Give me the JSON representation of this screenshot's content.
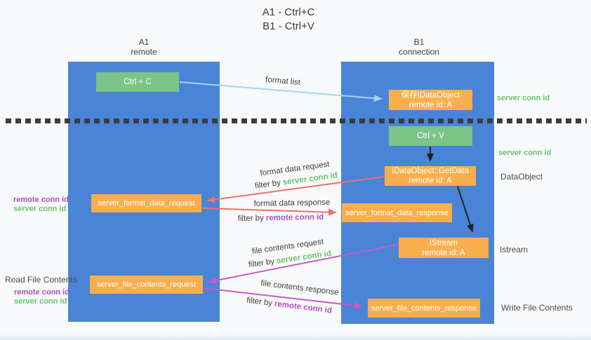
{
  "title": {
    "line1": "A1 - Ctrl+C",
    "line2": "B1 - Ctrl+V"
  },
  "columns": {
    "a1": {
      "name": "A1",
      "subtitle": "remote"
    },
    "b1": {
      "name": "B1",
      "subtitle": "connection"
    }
  },
  "nodes": {
    "ctrl_c": {
      "label": "Ctrl + C"
    },
    "ctrl_v": {
      "label": "Ctrl + V"
    },
    "save_idataobject": {
      "line1": "保存IDataObject",
      "line2": "remote id: A"
    },
    "getdata": {
      "line1": "IDataObject::GetData",
      "line2": "remote id: A"
    },
    "istream": {
      "line1": "IStream",
      "line2": "remote id: A"
    },
    "format_request": {
      "label": "server_format_data_request"
    },
    "format_response": {
      "label": "server_format_data_response"
    },
    "file_request": {
      "label": "server_file_contents_request"
    },
    "file_response": {
      "label": "server_file_contents_response"
    }
  },
  "side_labels": {
    "right_server_conn_id_1": "server conn id",
    "right_server_conn_id_2": "server conn id",
    "data_object": "DataObject",
    "istream": "Istream",
    "write_file_contents": "Write File Contents",
    "read_file_contents": "Read File Contents",
    "left_remote_conn_id_1": "remote conn id",
    "left_server_conn_id_1": "server conn id",
    "left_remote_conn_id_2": "remote conn id",
    "left_server_conn_id_2": "server conn id"
  },
  "arrow_labels": {
    "format_list": "format list",
    "format_data_request": "format data request",
    "format_data_response": "format data response",
    "file_contents_request": "file contents request",
    "file_contents_response": "file contents response",
    "filter_by": "filter by",
    "server_conn_id": "server conn id",
    "remote_conn_id": "remote conn id"
  },
  "colors": {
    "column_blue": "#4a84d7",
    "box_green": "#7dc489",
    "box_orange": "#fbae4e",
    "label_green": "#67c36d",
    "label_purple": "#b14fc4",
    "arrow_blue": "#a5d5f2",
    "arrow_red": "#ee7070",
    "arrow_magenta": "#c75bc7",
    "arrow_black": "#222222",
    "text_dark": "#3f3f3f",
    "background": "#f8f9fa"
  }
}
